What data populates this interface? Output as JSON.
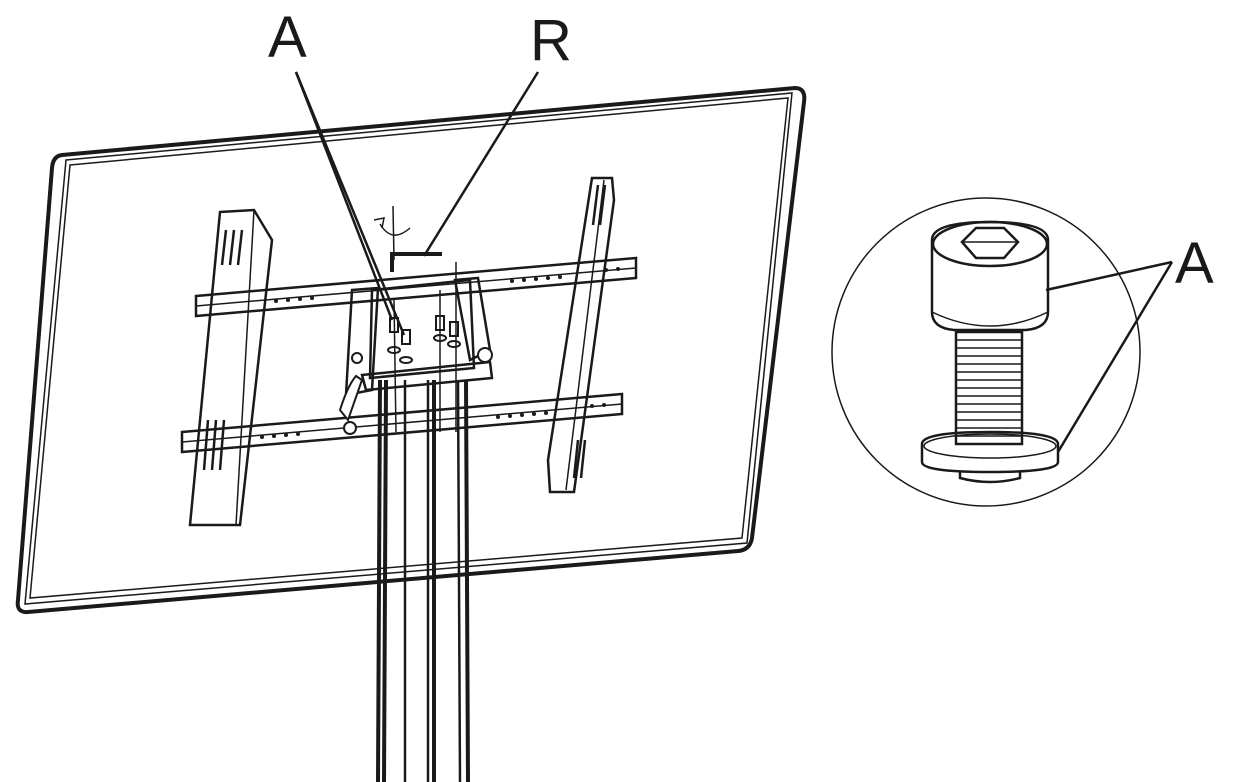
{
  "callouts": {
    "screw_main": "A",
    "wrench": "R",
    "screw_detail": "A"
  },
  "colors": {
    "line": "#1a1a1a",
    "background": "#ffffff"
  }
}
